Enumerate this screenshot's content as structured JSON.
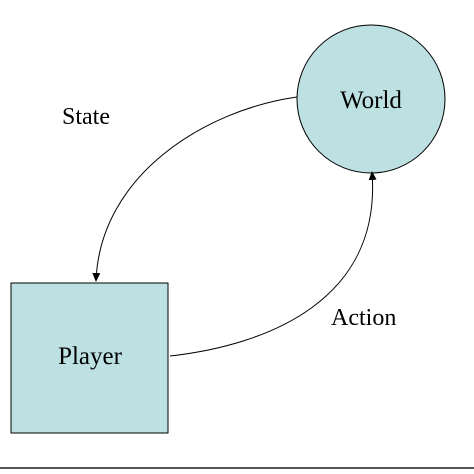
{
  "diagram": {
    "nodes": {
      "world": {
        "label": "World",
        "shape": "circle",
        "fill": "#bde0e3"
      },
      "player": {
        "label": "Player",
        "shape": "rectangle",
        "fill": "#bde0e3"
      }
    },
    "edges": [
      {
        "from": "world",
        "to": "player",
        "label": "State"
      },
      {
        "from": "player",
        "to": "world",
        "label": "Action"
      }
    ],
    "colors": {
      "node_fill": "#bde0e3",
      "stroke": "#000000",
      "bottom_rule": "#555555"
    }
  }
}
